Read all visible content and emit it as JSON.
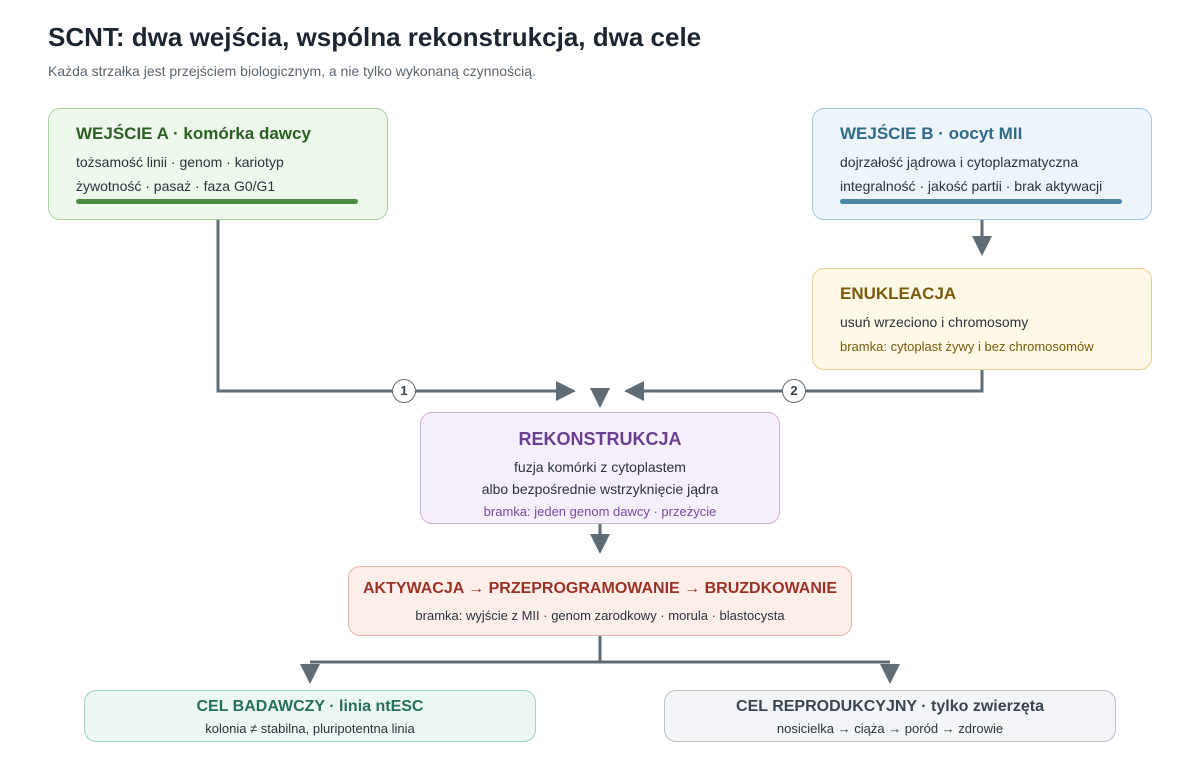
{
  "header": {
    "title": "SCNT: dwa wejścia, wspólna rekonstrukcja, dwa cele",
    "subtitle": "Każda strzałka jest przejściem biologicznym, a nie tylko wykonaną czynnością."
  },
  "input_a": {
    "title": "WEJŚCIE A · komórka dawcy",
    "line1": "tożsamość linii · genom · kariotyp",
    "line2": "żywotność · pasaż · faza G0/G1",
    "accent": "#4c8a43"
  },
  "input_b": {
    "title": "WEJŚCIE B · oocyt MII",
    "line1": "dojrzałość jądrowa i cytoplazmatyczna",
    "line2": "integralność · jakość partii · brak aktywacji",
    "accent": "#4b86a4"
  },
  "enucleation": {
    "title": "ENUKLEACJA",
    "line1": "usuń wrzeciono i chromosomy",
    "gate": "bramka: cytoplast żywy i bez chromosomów"
  },
  "reconstruction": {
    "title": "REKONSTRUKCJA",
    "line1": "fuzja komórki z cytoplastem",
    "line2": "albo bezpośrednie wstrzyknięcie jądra",
    "gate": "bramka: jeden genom dawcy · przeżycie"
  },
  "activation": {
    "title": "AKTYWACJA → PRZEPROGRAMOWANIE → BRUZDKOWANIE",
    "gate": "bramka: wyjście z MII · genom zarodkowy · morula · blastocysta"
  },
  "goal_research": {
    "title": "CEL BADAWCZY · linia ntESC",
    "note": "kolonia ≠ stabilna, pluripotentna linia"
  },
  "goal_reproductive": {
    "title": "CEL REPRODUKCYJNY · tylko zwierzęta",
    "note": "nosicielka → ciąża → poród → zdrowie"
  },
  "badges": {
    "one": "1",
    "two": "2"
  },
  "connector_color": "#5f6b75"
}
